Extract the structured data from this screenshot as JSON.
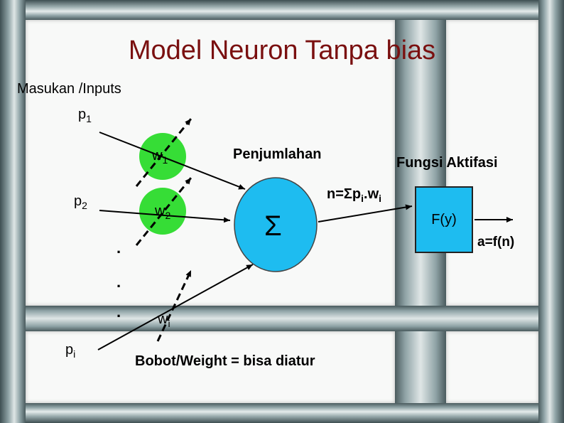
{
  "title": "Model Neuron Tanpa bias",
  "inputs_label": "Masukan /Inputs",
  "p1": {
    "base": "p",
    "sub": "1"
  },
  "p2": {
    "base": "p",
    "sub": "2"
  },
  "pi": {
    "base": "p",
    "sub": "i"
  },
  "w1": {
    "base": "w",
    "sub": "1"
  },
  "w2": {
    "base": "w",
    "sub": "2"
  },
  "wi": {
    "base": "w",
    "sub": "i"
  },
  "dots": ".",
  "sum_label": "Penjumlahan",
  "sum_symbol": "Σ",
  "activation_label": "Fungsi Aktifasi",
  "net_formula": {
    "prefix": "n=Σp",
    "sub1": "i",
    "mid": ".w",
    "sub2": "i"
  },
  "activation_box": "F(y)",
  "output_label": "a=f(n)",
  "weight_note": "Bobot/Weight = bisa diatur",
  "colors": {
    "title": "#7a1010",
    "node_fill": "#1ebcf0",
    "weight_fill": "#36dd36"
  }
}
